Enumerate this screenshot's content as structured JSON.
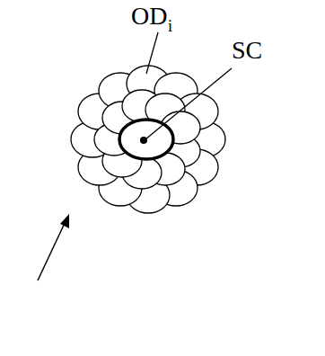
{
  "diagram": {
    "labels": [
      "OD",
      "i",
      "SC"
    ]
  }
}
